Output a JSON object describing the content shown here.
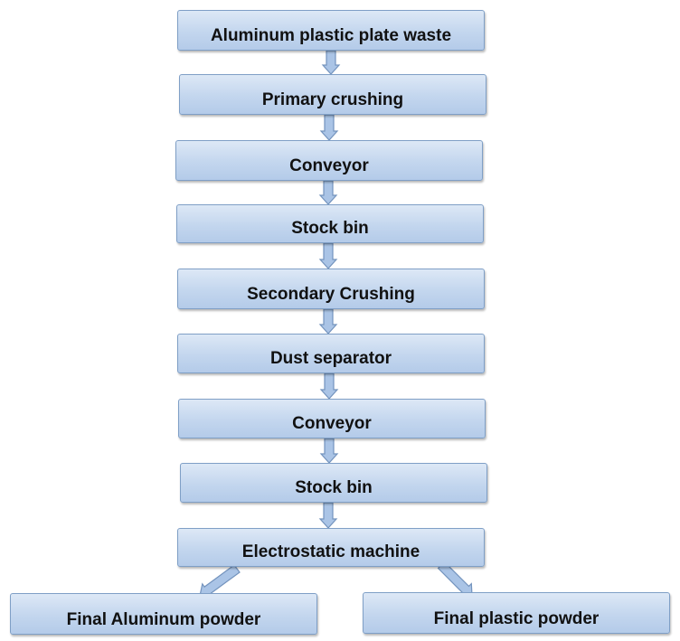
{
  "diagram": {
    "steps": [
      "Aluminum plastic plate waste",
      "Primary crushing",
      "Conveyor",
      "Stock bin",
      "Secondary Crushing",
      "Dust separator",
      "Conveyor",
      "Stock bin",
      "Electrostatic machine"
    ],
    "outputs": [
      "Final Aluminum powder",
      "Final plastic powder"
    ]
  },
  "colors": {
    "box_border": "#7f9fc6",
    "arrow_fill": "#aac4e6",
    "arrow_stroke": "#7393bd",
    "text": "#111111"
  }
}
